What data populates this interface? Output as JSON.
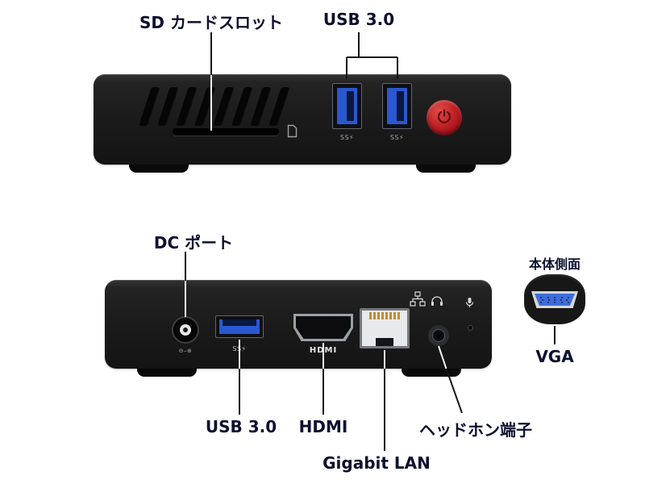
{
  "front": {
    "sd_slot_label": "SD カードスロット",
    "usb_label": "USB 3.0",
    "usb_marking_left": "SS⚡",
    "usb_marking_right": "SS⚡"
  },
  "rear": {
    "dc_label": "DC ポート",
    "dc_polarity_marking": "⊖–⊕",
    "usb_label": "USB 3.0",
    "usb_marking": "SS⚡",
    "hdmi_label": "HDMI",
    "hdmi_port_text": "HDMI",
    "lan_label": "Gigabit LAN",
    "headphone_label": "ヘッドホン端子"
  },
  "side": {
    "title": "本体側面",
    "vga_label": "VGA"
  },
  "colors": {
    "label_text": "#0c102e",
    "device_body": "#1a1a1a",
    "usb_blue": "#2a58d0",
    "power_red": "#b81b21",
    "vga_blue": "#3f6cd8",
    "leader_dark": "#161616",
    "leader_light": "#f4f4f4"
  },
  "icons": {
    "power_icon": "power-symbol",
    "sd_card_icon": "sd-card-outline",
    "network_icon": "lan-nodes",
    "headphone_icon": "headphones",
    "mic_icon": "microphone",
    "usb_ss_icon": "SS⚡",
    "dc_polarity_icon": "⊖–⊕"
  }
}
